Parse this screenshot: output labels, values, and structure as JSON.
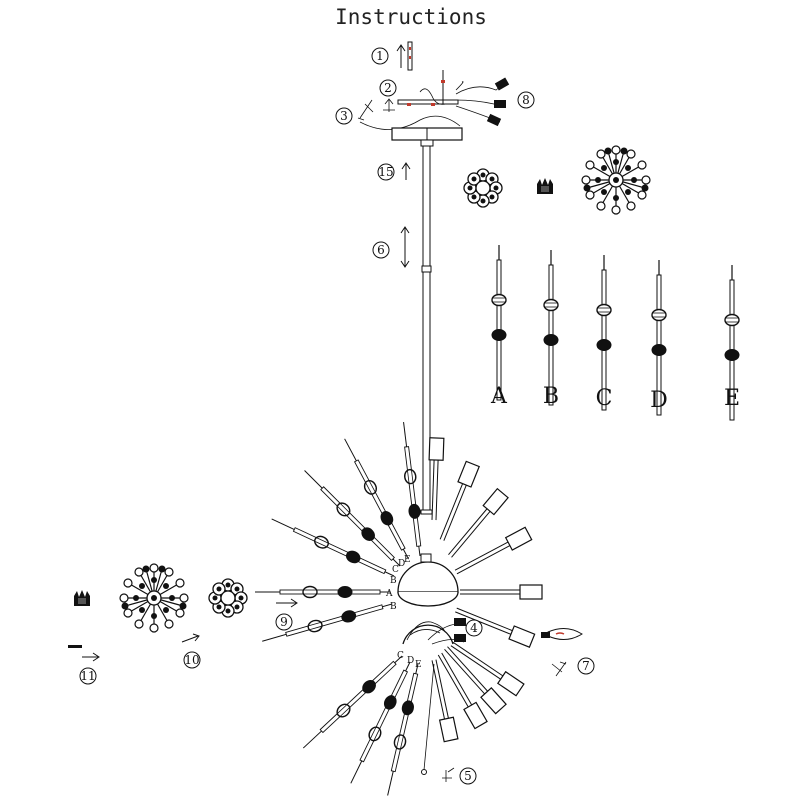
{
  "title": "Instructions",
  "steps": {
    "s1": "1",
    "s2": "2",
    "s3": "3",
    "s4": "4",
    "s5": "5",
    "s6": "6",
    "s7": "7",
    "s8": "8",
    "s9": "9",
    "s10": "10",
    "s11": "11",
    "s15": "15"
  },
  "rod_labels": [
    "A",
    "B",
    "C",
    "D",
    "E"
  ],
  "socket_labels": {
    "upper_a": "A",
    "upper_b1": "B",
    "upper_b2": "B",
    "upper_c": "C",
    "upper_d": "D",
    "upper_e": "E",
    "lower_c": "C",
    "lower_d": "D",
    "lower_e": "E"
  },
  "icons": [
    "arrow-up-icon",
    "screwdriver-icon",
    "arrow-right-icon",
    "double-arrow-icon",
    "bulb-icon",
    "wires-icon"
  ]
}
